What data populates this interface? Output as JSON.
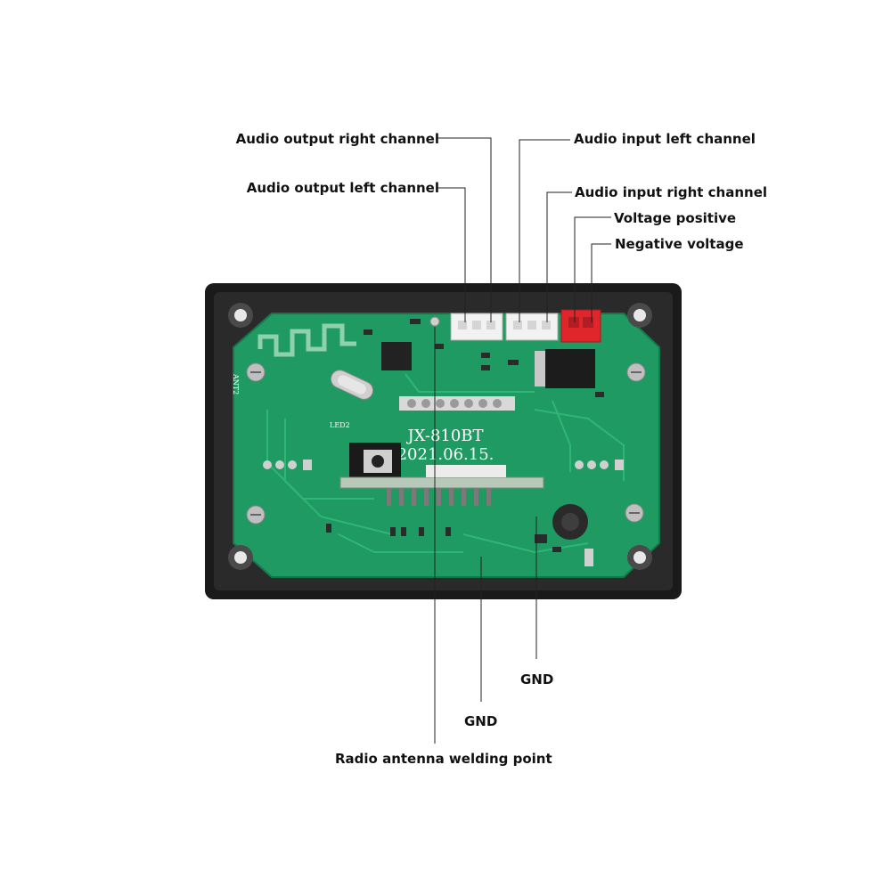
{
  "labels": {
    "audio_output_right": "Audio output right channel",
    "audio_output_left": "Audio output left channel",
    "audio_input_left": "Audio input left channel",
    "audio_input_right": "Audio input right channel",
    "voltage_positive": "Voltage positive",
    "negative_voltage": "Negative voltage",
    "gnd_right": "GND",
    "gnd_left": "GND",
    "radio_antenna": "Radio antenna welding point"
  },
  "board": {
    "model": "JX-810BT",
    "date": "2021.06.15.",
    "silk_ant": "ANT2",
    "silk_led": "LED2"
  },
  "colors": {
    "pcb": "#1f9a62",
    "frame": "#1a1a1a",
    "power_connector": "#e0262b",
    "connector": "#f2f2f2",
    "leader": "#222222"
  }
}
